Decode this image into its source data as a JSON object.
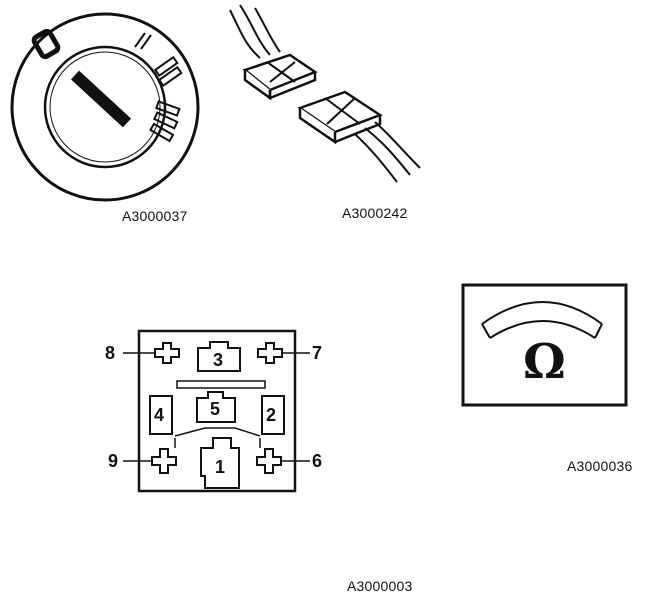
{
  "figures": {
    "switch": {
      "caption": "A3000037",
      "icon": "rotary-light-switch"
    },
    "connector": {
      "caption": "A3000242",
      "icon": "wire-connector-plug"
    },
    "pinout": {
      "caption": "A3000003",
      "icon": "relay-socket-pinout",
      "pins": {
        "p1": "1",
        "p2": "2",
        "p3": "3",
        "p4": "4",
        "p5": "5",
        "p6": "6",
        "p7": "7",
        "p8": "8",
        "p9": "9"
      }
    },
    "ohmmeter": {
      "caption": "A3000036",
      "icon": "ohmmeter-dial",
      "symbol": "Ω"
    }
  }
}
